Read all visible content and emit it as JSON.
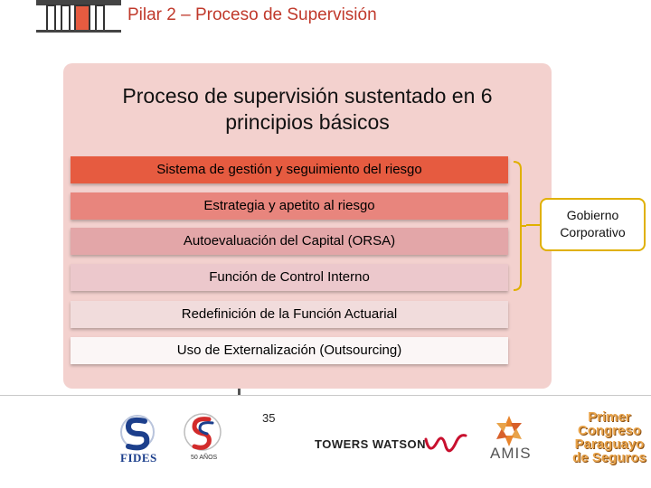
{
  "header": {
    "title": "Pilar 2 – Proceso de Supervisión"
  },
  "panel": {
    "heading_line1": "Proceso de supervisión sustentado en 6",
    "heading_line2": "principios básicos"
  },
  "principles": [
    {
      "label": "Sistema de gestión y seguimiento del riesgo",
      "color": "#e65b40"
    },
    {
      "label": "Estrategia y apetito al riesgo",
      "color": "#e8857d"
    },
    {
      "label": "Autoevaluación del Capital (ORSA)",
      "color": "#e3a6a8"
    },
    {
      "label": "Función de Control Interno",
      "color": "#ecc8cc"
    },
    {
      "label": "Redefinición de la Función Actuarial",
      "color": "#f1dcdc"
    },
    {
      "label": "Uso de Externalización (Outsourcing)",
      "color": "#fbf6f6"
    }
  ],
  "governance": {
    "line1": "Gobierno",
    "line2": "Corporativo",
    "border_color": "#e0b000"
  },
  "footer": {
    "page_number": "35",
    "fides_label": "FIDES",
    "anniversary_label": "50 AÑOS",
    "towers_watson_label": "TOWERS WATSON",
    "amis_label": "AMIS",
    "congreso_line1": "Primer",
    "congreso_line2": "Congreso",
    "congreso_line3": "Paraguayo",
    "congreso_line4": "de Seguros"
  },
  "icons": {
    "top_logo": "columns-building-logo",
    "fides": "fides-logo",
    "anniversary": "50-anos-logo",
    "towers_watson": "towers-watson-logo",
    "amis": "amis-logo",
    "congreso": "primer-congreso-logo"
  },
  "colors": {
    "title": "#c0392b",
    "panel_background": "#f3d1ce",
    "accent_gold": "#e0b000"
  }
}
